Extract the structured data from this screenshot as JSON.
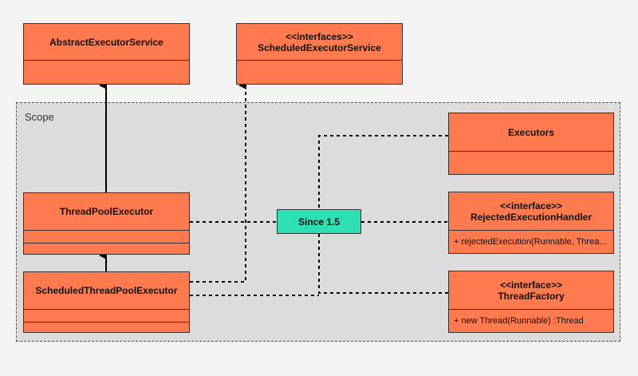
{
  "scope": {
    "label": "Scope"
  },
  "classes": {
    "abstract_executor_service": {
      "name": "AbstractExecutorService"
    },
    "scheduled_executor_service": {
      "stereotype": "<<interfaces>>",
      "name": "ScheduledExecutorService"
    },
    "thread_pool_executor": {
      "name": "ThreadPoolExecutor"
    },
    "scheduled_thread_pool_executor": {
      "name": "ScheduledThreadPoolExecutor"
    },
    "executors": {
      "name": "Executors"
    },
    "rejected_execution_handler": {
      "stereotype": "<<interface>>",
      "name": "RejectedExecutionHandler",
      "method": "+ rejectedExecution(Runnable, Threa..."
    },
    "thread_factory": {
      "stereotype": "<<interface>>",
      "name": "ThreadFactory",
      "method": "+ new Thread(Runnable) :Thread"
    }
  },
  "badge": {
    "label": "Since 1.5"
  },
  "colors": {
    "class_fill": "#ff7b4f",
    "badge_fill": "#2de0b4",
    "scope_fill": "#dcdcdc"
  }
}
